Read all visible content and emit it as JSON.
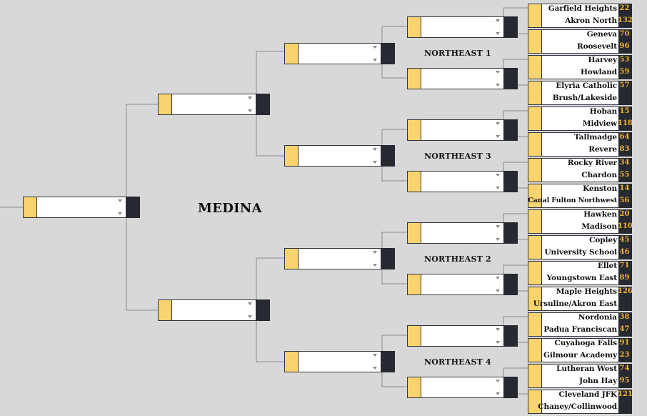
{
  "title": "MEDINA",
  "regions": [
    "NORTHEAST 1",
    "NORTHEAST 3",
    "NORTHEAST 2",
    "NORTHEAST 4"
  ],
  "colors": {
    "seed": "#f9d46e",
    "score_bg": "#26292f",
    "score_text": "#f0b323",
    "line": "#8a8a8a"
  },
  "matchups": [
    {
      "team1": "Garfield Heights",
      "score1": "22",
      "team2": "Akron North",
      "score2": "132"
    },
    {
      "team1": "Geneva",
      "score1": "70",
      "team2": "Roosevelt",
      "score2": "96"
    },
    {
      "team1": "Harvey",
      "score1": "53",
      "team2": "Howland",
      "score2": "59"
    },
    {
      "team1": "Elyria Catholic",
      "score1": "57",
      "team2": "Brush/Lakeside",
      "score2": ""
    },
    {
      "team1": "Hoban",
      "score1": "15",
      "team2": "Midview",
      "score2": "118"
    },
    {
      "team1": "Tallmadge",
      "score1": "64",
      "team2": "Revere",
      "score2": "83"
    },
    {
      "team1": "Rocky River",
      "score1": "34",
      "team2": "Chardon",
      "score2": "55"
    },
    {
      "team1": "Kenston",
      "score1": "14",
      "team2": "Canal Fulton Northwest",
      "score2": "56"
    },
    {
      "team1": "Hawken",
      "score1": "20",
      "team2": "Madison",
      "score2": "110"
    },
    {
      "team1": "Copley",
      "score1": "45",
      "team2": "University School",
      "score2": "46"
    },
    {
      "team1": "Ellet",
      "score1": "71",
      "team2": "Youngstown East",
      "score2": "89"
    },
    {
      "team1": "Maple Heights",
      "score1": "126",
      "team2": "Ursuline/Akron East",
      "score2": ""
    },
    {
      "team1": "Nordonia",
      "score1": "38",
      "team2": "Padua Franciscan",
      "score2": "47"
    },
    {
      "team1": "Cuyahoga Falls",
      "score1": "91",
      "team2": "Gilmour Academy",
      "score2": "23"
    },
    {
      "team1": "Lutheran West",
      "score1": "74",
      "team2": "John Hay",
      "score2": "95"
    },
    {
      "team1": "Cleveland JFK",
      "score1": "121",
      "team2": "Chaney/Collinwood",
      "score2": ""
    }
  ]
}
